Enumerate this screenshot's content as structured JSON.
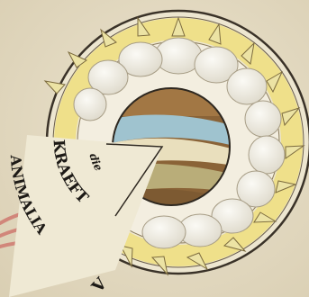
{
  "labels": {
    "kraefte": "KRAEFT",
    "die": "die",
    "animalia": "ANIMALIA",
    "edge_fragment": "V"
  },
  "colors": {
    "paper": "#e6dcc3",
    "outer_ring_yellow": "#efe08a",
    "petal_white": "#f2efe6",
    "core_brown": "#8a6337",
    "core_blue": "#9fc3cf",
    "core_cream": "#e9dfbd",
    "ink": "#1d1a16",
    "red_stroke": "#d1867a"
  }
}
